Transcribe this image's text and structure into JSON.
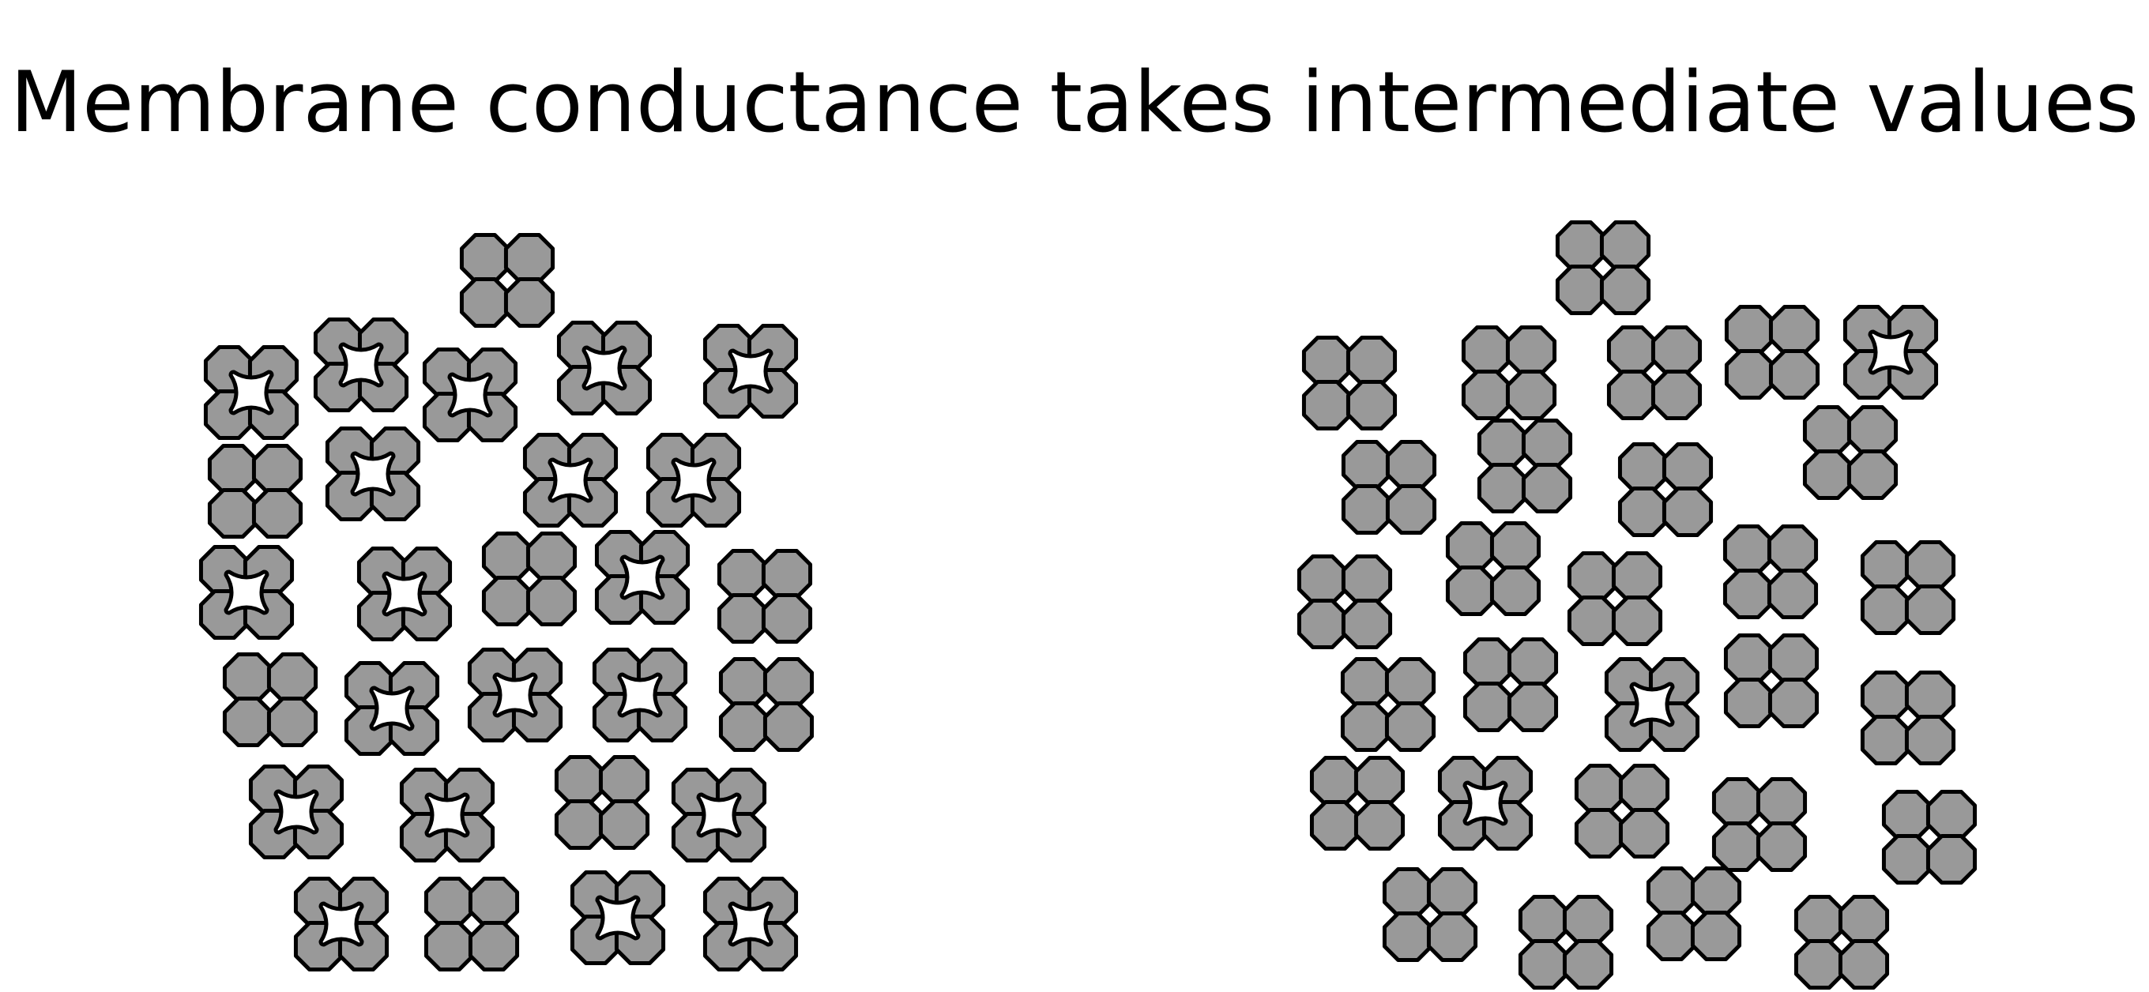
{
  "title": "Membrane conductance takes intermediate values",
  "colors": {
    "subunit_fill": "#999999",
    "outline": "#000000",
    "pore": "#ffffff",
    "background": "#ffffff"
  },
  "icon": "ion-channel-icon",
  "panels": [
    {
      "name": "left-population",
      "channels": [
        {
          "state": "closed"
        },
        {
          "state": "open"
        },
        {
          "state": "open"
        },
        {
          "state": "open"
        },
        {
          "state": "open"
        },
        {
          "state": "open"
        },
        {
          "state": "closed"
        },
        {
          "state": "open"
        },
        {
          "state": "open"
        },
        {
          "state": "open"
        },
        {
          "state": "open"
        },
        {
          "state": "open"
        },
        {
          "state": "closed"
        },
        {
          "state": "open"
        },
        {
          "state": "closed"
        },
        {
          "state": "closed"
        },
        {
          "state": "open"
        },
        {
          "state": "open"
        },
        {
          "state": "open"
        },
        {
          "state": "closed"
        },
        {
          "state": "open"
        },
        {
          "state": "open"
        },
        {
          "state": "closed"
        },
        {
          "state": "open"
        },
        {
          "state": "open"
        },
        {
          "state": "closed"
        },
        {
          "state": "open"
        },
        {
          "state": "open"
        }
      ]
    },
    {
      "name": "right-population",
      "channels": [
        {
          "state": "closed"
        },
        {
          "state": "closed"
        },
        {
          "state": "closed"
        },
        {
          "state": "closed"
        },
        {
          "state": "closed"
        },
        {
          "state": "open"
        },
        {
          "state": "closed"
        },
        {
          "state": "closed"
        },
        {
          "state": "closed"
        },
        {
          "state": "closed"
        },
        {
          "state": "closed"
        },
        {
          "state": "closed"
        },
        {
          "state": "closed"
        },
        {
          "state": "closed"
        },
        {
          "state": "closed"
        },
        {
          "state": "closed"
        },
        {
          "state": "closed"
        },
        {
          "state": "open"
        },
        {
          "state": "closed"
        },
        {
          "state": "closed"
        },
        {
          "state": "closed"
        },
        {
          "state": "open"
        },
        {
          "state": "closed"
        },
        {
          "state": "closed"
        },
        {
          "state": "closed"
        },
        {
          "state": "closed"
        },
        {
          "state": "closed"
        },
        {
          "state": "closed"
        },
        {
          "state": "closed"
        }
      ]
    }
  ]
}
